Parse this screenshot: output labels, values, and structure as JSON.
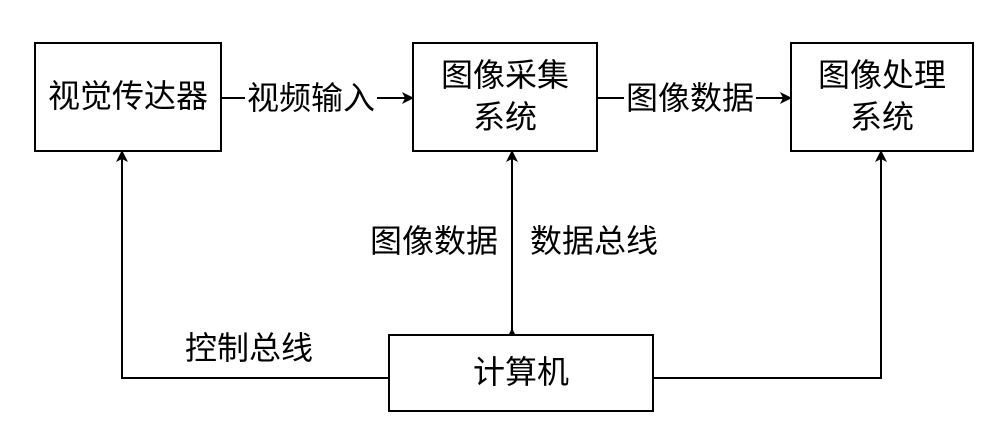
{
  "nodes": {
    "sensor": {
      "line1": "视觉传达器"
    },
    "capture": {
      "line1": "图像采集",
      "line2": "系统"
    },
    "processing": {
      "line1": "图像处理",
      "line2": "系统"
    },
    "computer": {
      "line1": "计算机"
    }
  },
  "edges": {
    "video_input": "视频输入",
    "image_data_top": "图像数据",
    "image_data_vertical": "图像数据",
    "data_bus": "数据总线",
    "control_bus": "控制总线"
  }
}
